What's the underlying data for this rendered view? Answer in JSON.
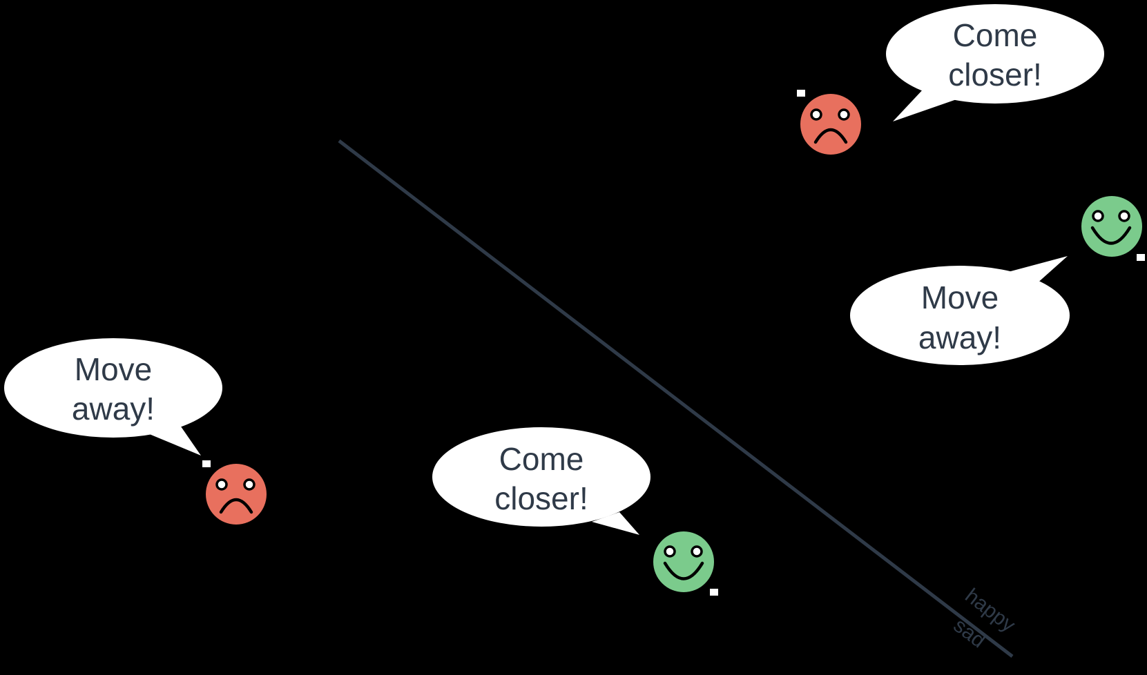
{
  "colors": {
    "background": "#000000",
    "line": "#2f3a48",
    "text": "#2f3a48",
    "bubble": "#ffffff",
    "happy_face": "#7bcb8c",
    "sad_face": "#e8705e",
    "face_features": "#000000",
    "marker": "#ffffff"
  },
  "boundary": {
    "label_above": "happy",
    "label_below": "sad"
  },
  "agents": [
    {
      "id": "sad-top-right",
      "mood": "sad",
      "icon": "sad-face-icon",
      "speech_lines": [
        "Come",
        "closer!"
      ]
    },
    {
      "id": "happy-right",
      "mood": "happy",
      "icon": "happy-face-icon",
      "speech_lines": [
        "Move",
        "away!"
      ]
    },
    {
      "id": "sad-left",
      "mood": "sad",
      "icon": "sad-face-icon",
      "speech_lines": [
        "Move",
        "away!"
      ]
    },
    {
      "id": "happy-center",
      "mood": "happy",
      "icon": "happy-face-icon",
      "speech_lines": [
        "Come",
        "closer!"
      ]
    }
  ]
}
